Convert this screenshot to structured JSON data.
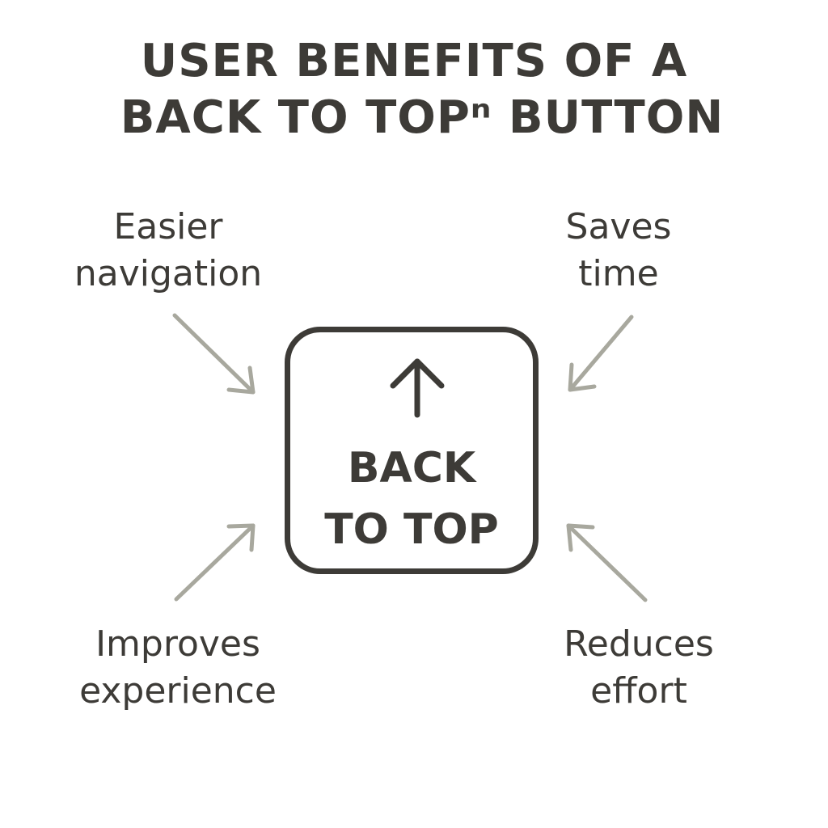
{
  "title": {
    "line1": "USER BENEFITS OF A",
    "line2": "BACK TO TOPⁿ BUTTON"
  },
  "center_button": {
    "line1": "BACK",
    "line2": "TO TOP"
  },
  "benefits": {
    "top_left": {
      "line1": "Easier",
      "line2": "navigation"
    },
    "top_right": {
      "line1": "Saves",
      "line2": "time"
    },
    "bottom_left": {
      "line1": "Improves",
      "line2": "experience"
    },
    "bottom_right": {
      "line1": "Reduces",
      "line2": "effort"
    }
  },
  "colors": {
    "text": "#3d3b37",
    "arrow": "#a8a89e",
    "background": "#ffffff"
  },
  "icons": {
    "center": "arrow-up-icon",
    "pointers": "arrow-icon"
  }
}
